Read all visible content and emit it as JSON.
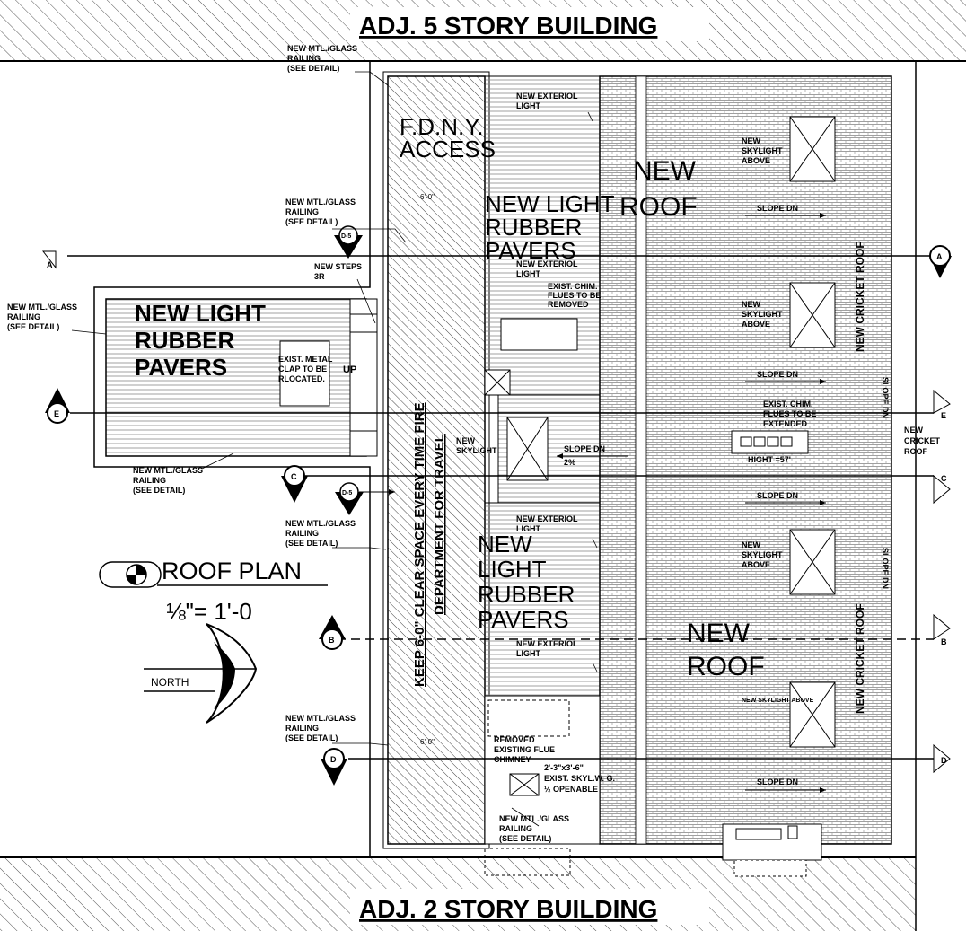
{
  "titles": {
    "top": "ADJ. 5 STORY BUILDING",
    "bottom": "ADJ. 2 STORY BUILDING"
  },
  "areas": {
    "fdny_access": [
      "F.D.N.Y.",
      "ACCESS"
    ],
    "pavers_upper": [
      "NEW LIGHT",
      "RUBBER",
      "PAVERS"
    ],
    "pavers_left": [
      "NEW LIGHT",
      "RUBBER",
      "PAVERS"
    ],
    "pavers_lower": [
      "NEW",
      "LIGHT",
      "RUBBER",
      "PAVERS"
    ],
    "roof_upper": [
      "NEW",
      "ROOF"
    ],
    "roof_lower": [
      "NEW",
      "ROOF"
    ],
    "clear_space": [
      "KEEP 6-0\" CLEAR SPACE EVERY TIME FIRE",
      "DEPARTMENT FOR TRAVEL"
    ],
    "cricket_upper": "NEW CRICKET ROOF",
    "cricket_lower": "NEW CRICKET ROOF"
  },
  "notes": {
    "railing_top": [
      "NEW MTL./GLASS",
      "RAILING",
      "(SEE DETAIL)"
    ],
    "railing_2": [
      "NEW MTL./GLASS",
      "RAILING",
      "(SEE DETAIL)"
    ],
    "railing_left": [
      "NEW MTL./GLASS",
      "RAILING",
      "(SEE DETAIL)"
    ],
    "railing_mid": [
      "NEW MTL./GLASS",
      "RAILING",
      "(SEE DETAIL)"
    ],
    "railing_3": [
      "NEW MTL./GLASS",
      "RAILING",
      "(SEE DETAIL)"
    ],
    "railing_4": [
      "NEW MTL./GLASS",
      "RAILING",
      "(SEE DETAIL)"
    ],
    "railing_bottom": [
      "NEW MTL./GLASS",
      "RAILING",
      "(SEE DETAIL)"
    ],
    "ext_light_1": [
      "NEW EXTERIOL",
      "LIGHT"
    ],
    "ext_light_2": [
      "NEW EXTERIOL",
      "LIGHT"
    ],
    "ext_light_3": [
      "NEW EXTERIOL",
      "LIGHT"
    ],
    "ext_light_4": [
      "NEW EXTERIOL",
      "LIGHT"
    ],
    "new_steps": [
      "NEW STEPS",
      "3R"
    ],
    "exist_chim_upper": [
      "EXIST. CHIM.",
      "FLUES TO BE",
      "REMOVED"
    ],
    "exist_metal": [
      "EXIST. METAL",
      "CLAP TO BE",
      "RLOCATED."
    ],
    "up": "UP",
    "skylight_1": [
      "NEW",
      "SKYLIGHT",
      "ABOVE"
    ],
    "skylight_2": [
      "NEW",
      "SKYLIGHT",
      "ABOVE"
    ],
    "skylight_3": [
      "NEW",
      "SKYLIGHT",
      "ABOVE"
    ],
    "skylight_4": "NEW SKYLIGHT ABOVE",
    "skylight_mid": [
      "NEW",
      "SKYLIGHT"
    ],
    "slope_dn": "SLOPE DN",
    "slope_2pct": [
      "SLOPE DN",
      "2%"
    ],
    "exist_chim_ext": [
      "EXIST. CHIM.",
      "FLUES TO BE",
      "EXTENDED"
    ],
    "height": "HIGHT =57'",
    "new_cricket": [
      "NEW",
      "CRICKET",
      "ROOF"
    ],
    "removed_chimney": [
      "REMOVED",
      "EXISTING FLUE",
      "CHIMNEY"
    ],
    "exist_skyl": [
      "2'-3\"x3'-6\"",
      "EXIST. SKYL.W. G.",
      "½ OPENABLE"
    ],
    "dim_6": "6'-0\""
  },
  "sections": {
    "A": "A",
    "B": "B",
    "C": "C",
    "D": "D",
    "E": "E",
    "ref_upper": "D-5",
    "ref_lower": "D-5"
  },
  "plan_label": {
    "title": "ROOF PLAN",
    "scale": "⅛\"= 1'-0",
    "north": "NORTH"
  }
}
